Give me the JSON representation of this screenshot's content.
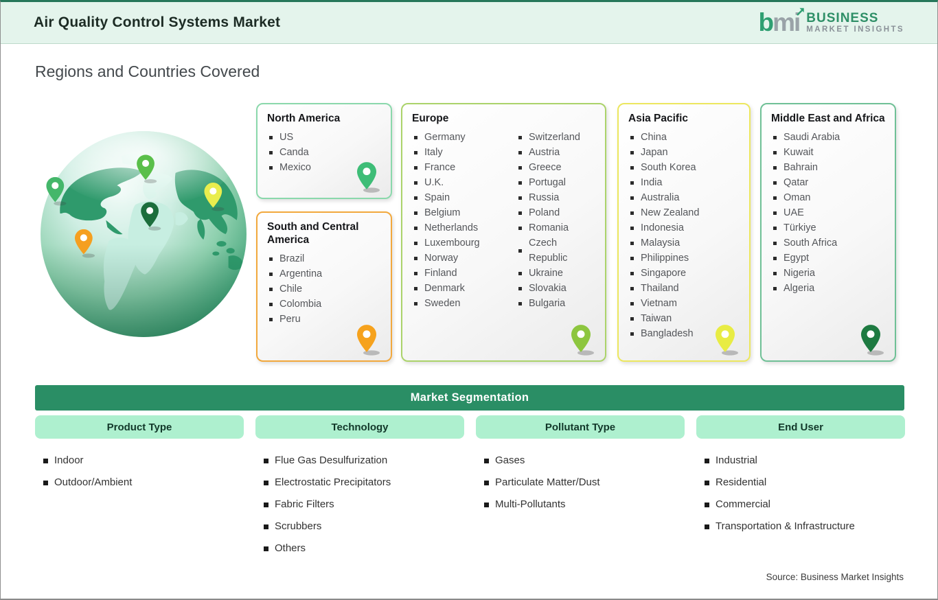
{
  "header": {
    "title": "Air Quality Control Systems Market",
    "logo": {
      "mark_b": "b",
      "mark_m": "m",
      "mark_i": "i",
      "name_line1": "BUSINESS",
      "name_line2": "MARKET INSIGHTS"
    }
  },
  "page_heading": "Regions and Countries Covered",
  "regions": [
    {
      "name": "North America",
      "border_color": "#8ad8ab",
      "pin_color": "#3ebd77",
      "columns": [
        [
          "US",
          "Canda",
          "Mexico"
        ]
      ]
    },
    {
      "name": "South and Central America",
      "border_color": "#f2a83c",
      "pin_color": "#f6a21d",
      "columns": [
        [
          "Brazil",
          "Argentina",
          "Chile",
          "Colombia",
          "Peru"
        ]
      ]
    },
    {
      "name": "Europe",
      "border_color": "#abd36a",
      "pin_color": "#8dc63f",
      "columns": [
        [
          "Germany",
          "Italy",
          "France",
          "U.K.",
          "Spain",
          "Belgium",
          "Netherlands",
          "Luxembourg",
          "Norway",
          "Finland",
          "Denmark",
          "Sweden"
        ],
        [
          "Switzerland",
          "Austria",
          "Greece",
          "Portugal",
          "Russia",
          "Poland",
          "Romania",
          "Czech Republic",
          "Ukraine",
          "Slovakia",
          "Bulgaria"
        ]
      ]
    },
    {
      "name": "Asia Pacific",
      "border_color": "#ece75e",
      "pin_color": "#e8ec44",
      "columns": [
        [
          "China",
          "Japan",
          "South Korea",
          "India",
          "Australia",
          "New Zealand",
          "Indonesia",
          "Malaysia",
          "Philippines",
          "Singapore",
          "Thailand",
          "Vietnam",
          "Taiwan",
          "Bangladesh"
        ]
      ]
    },
    {
      "name": "Middle East and Africa",
      "border_color": "#6fc096",
      "pin_color": "#1e7a41",
      "columns": [
        [
          "Saudi Arabia",
          "Kuwait",
          "Bahrain",
          "Qatar",
          "Oman",
          "UAE",
          "Türkiye",
          "South Africa",
          "Egypt",
          "Nigeria",
          "Algeria"
        ]
      ]
    }
  ],
  "globe": {
    "pin_colors": [
      "#44b76a",
      "#5abf4a",
      "#e9ed4e",
      "#1c6e3c",
      "#f59f20"
    ]
  },
  "segmentation": {
    "title": "Market Segmentation",
    "columns": [
      {
        "header": "Product Type",
        "items": [
          "Indoor",
          "Outdoor/Ambient"
        ]
      },
      {
        "header": "Technology",
        "items": [
          "Flue Gas Desulfurization",
          "Electrostatic Precipitators",
          "Fabric Filters",
          "Scrubbers",
          "Others"
        ]
      },
      {
        "header": "Pollutant Type",
        "items": [
          "Gases",
          "Particulate Matter/Dust",
          "Multi-Pollutants"
        ]
      },
      {
        "header": "End User",
        "items": [
          "Industrial",
          "Residential",
          "Commercial",
          "Transportation & Infrastructure"
        ]
      }
    ]
  },
  "source": "Source: Business Market Insights",
  "colors": {
    "banner_green": "#2a8e65",
    "header_bg": "#e4f4ec",
    "mint_header_bg": "#aef0cf",
    "top_rule_green": "#26775a"
  }
}
